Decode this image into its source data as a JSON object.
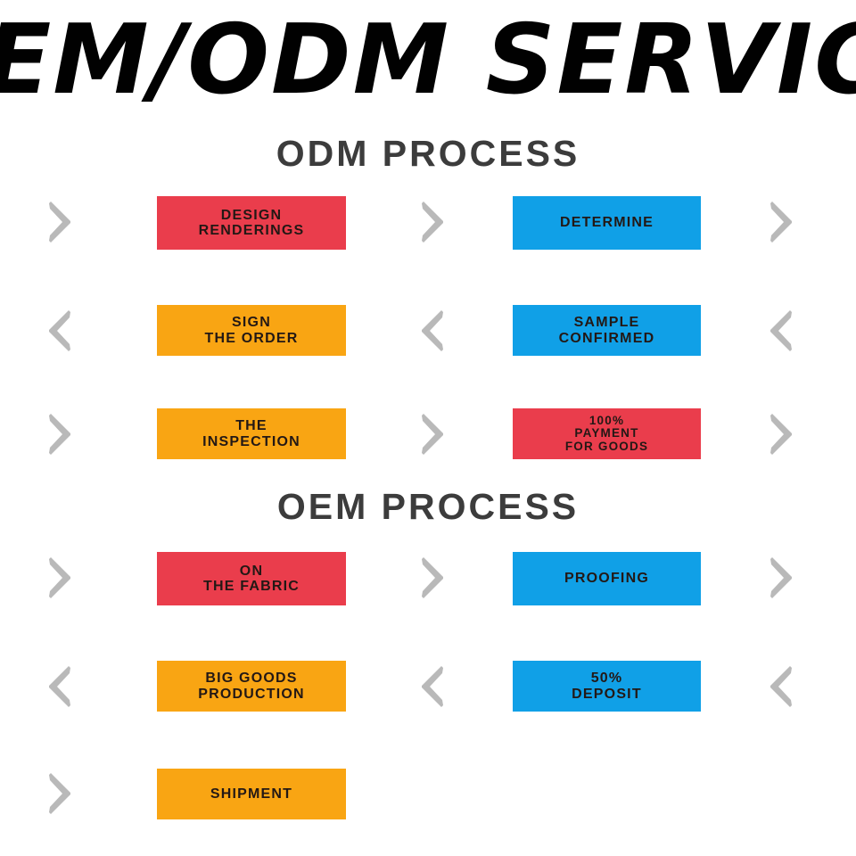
{
  "banner": {
    "title": "OEM/ODM SERVICE",
    "clipped": true
  },
  "sections": [
    {
      "id": "odm",
      "heading": "ODM PROCESS"
    },
    {
      "id": "oem",
      "heading": "OEM PROCESS"
    }
  ],
  "colors": {
    "red": "#ea3d4c",
    "orange": "#f9a513",
    "blue": "#10a0e7",
    "arrow_gray": "#b9b9b9",
    "heading_gray": "#3c3c3c",
    "box_text": "#231815",
    "background": "#ffffff"
  },
  "boxes": {
    "design_renderings": {
      "l1": "DESIGN",
      "l2": "RENDERINGS",
      "color": "red"
    },
    "determine": {
      "l1": "DETERMINE",
      "l2": "",
      "color": "blue"
    },
    "sign_the_order": {
      "l1": "SIGN",
      "l2": "THE ORDER",
      "color": "orange"
    },
    "sample_confirmed": {
      "l1": "SAMPLE",
      "l2": "CONFIRMED",
      "color": "blue"
    },
    "the_inspection": {
      "l1": "THE",
      "l2": "INSPECTION",
      "color": "orange"
    },
    "payment_for_goods": {
      "l1": "100%",
      "l2": "PAYMENT",
      "l3": "FOR GOODS",
      "color": "red"
    },
    "on_the_fabric": {
      "l1": "ON",
      "l2": "THE FABRIC",
      "color": "red"
    },
    "proofing": {
      "l1": "PROOFING",
      "l2": "",
      "color": "blue"
    },
    "big_goods": {
      "l1": "BIG GOODS",
      "l2": "PRODUCTION",
      "color": "orange"
    },
    "deposit": {
      "l1": "50%",
      "l2": "DEPOSIT",
      "color": "blue"
    },
    "shipment": {
      "l1": "SHIPMENT",
      "l2": "",
      "color": "orange"
    }
  },
  "arrows": {
    "right": "chevron-right",
    "left": "chevron-left"
  }
}
